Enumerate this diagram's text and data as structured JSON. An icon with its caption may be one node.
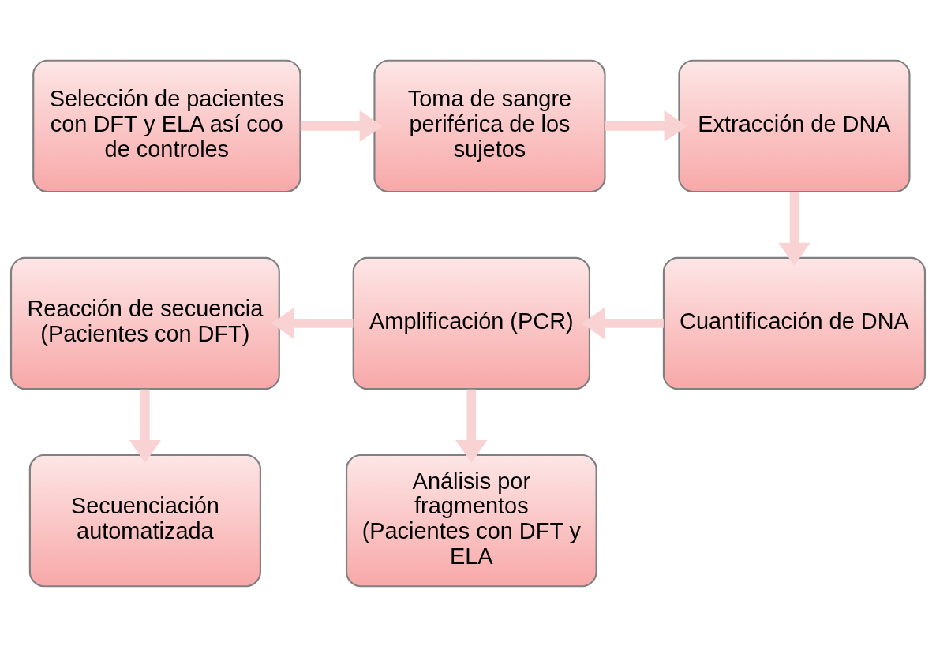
{
  "diagram": {
    "nodes": [
      {
        "text": [
          "Selección de pacientes con DFT y ELA así coo de controles"
        ]
      },
      {
        "text": [
          "Toma de sangre periférica de los sujetos"
        ]
      },
      {
        "text": [
          "Extracción de DNA"
        ]
      },
      {
        "text": [
          "Cuantificación de DNA"
        ]
      },
      {
        "text": [
          "Amplificación (PCR)"
        ]
      },
      {
        "text": [
          "Reacción de secuencia (Pacientes con DFT)"
        ]
      },
      {
        "text": [
          "Secuenciación automatizada"
        ]
      },
      {
        "text": [
          "Análisis por fragmentos",
          "(Pacientes con DFT y ELA"
        ]
      }
    ],
    "edges": [
      {
        "from": 0,
        "to": 1,
        "arrow": "to"
      },
      {
        "from": 1,
        "to": 2,
        "arrow": "to"
      },
      {
        "from": 2,
        "to": 3,
        "arrow": "to"
      },
      {
        "from": 3,
        "to": 4,
        "arrow": "to"
      },
      {
        "from": 4,
        "to": 5,
        "arrow": "to"
      },
      {
        "from": 5,
        "to": 6,
        "arrow": "to"
      },
      {
        "from": 4,
        "to": 7,
        "arrow": "to"
      }
    ]
  }
}
